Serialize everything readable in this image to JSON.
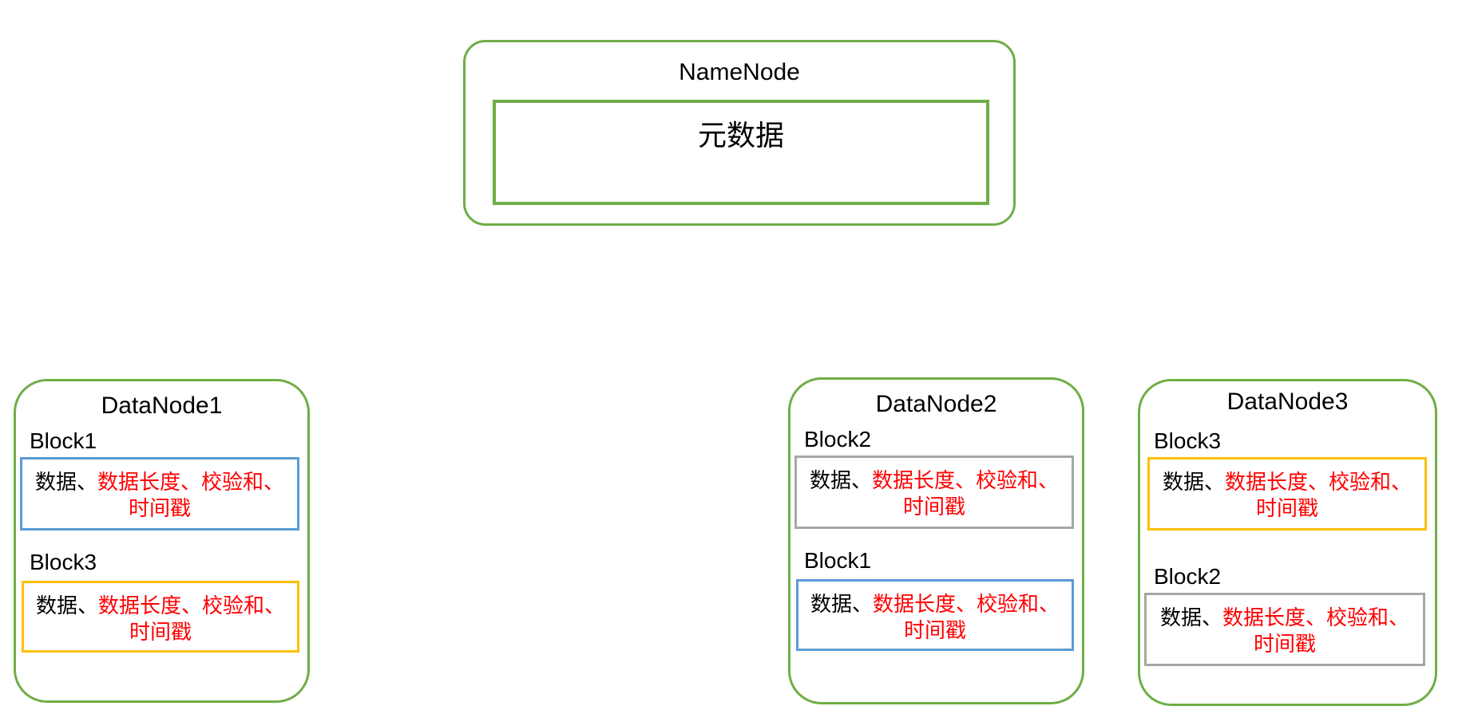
{
  "colors": {
    "node_border_green": "#70AD47",
    "block_border_blue": "#5B9BD5",
    "block_border_yellow": "#FFC000",
    "block_border_gray": "#A6A6A6",
    "text_red": "#FF0000",
    "text_black": "#000000"
  },
  "namenode": {
    "title": "NameNode",
    "metadata_label": "元数据"
  },
  "datanodes": [
    {
      "title": "DataNode1",
      "blocks": [
        {
          "label": "Block1",
          "border_color": "#5B9BD5",
          "text_black": "数据、",
          "text_red_line1": "数据长度、校验和、",
          "text_red_line2": "时间戳"
        },
        {
          "label": "Block3",
          "border_color": "#FFC000",
          "text_black": "数据、",
          "text_red_line1": "数据长度、校验和、",
          "text_red_line2": "时间戳"
        }
      ]
    },
    {
      "title": "DataNode2",
      "blocks": [
        {
          "label": "Block2",
          "border_color": "#A6A6A6",
          "text_black": "数据、",
          "text_red_line1": "数据长度、校验和、",
          "text_red_line2": "时间戳"
        },
        {
          "label": "Block1",
          "border_color": "#5B9BD5",
          "text_black": "数据、",
          "text_red_line1": "数据长度、校验和、",
          "text_red_line2": "时间戳"
        }
      ]
    },
    {
      "title": "DataNode3",
      "blocks": [
        {
          "label": "Block3",
          "border_color": "#FFC000",
          "text_black": "数据、",
          "text_red_line1": "数据长度、校验和、",
          "text_red_line2": "时间戳"
        },
        {
          "label": "Block2",
          "border_color": "#A6A6A6",
          "text_black": "数据、",
          "text_red_line1": "数据长度、校验和、",
          "text_red_line2": "时间戳"
        }
      ]
    }
  ]
}
